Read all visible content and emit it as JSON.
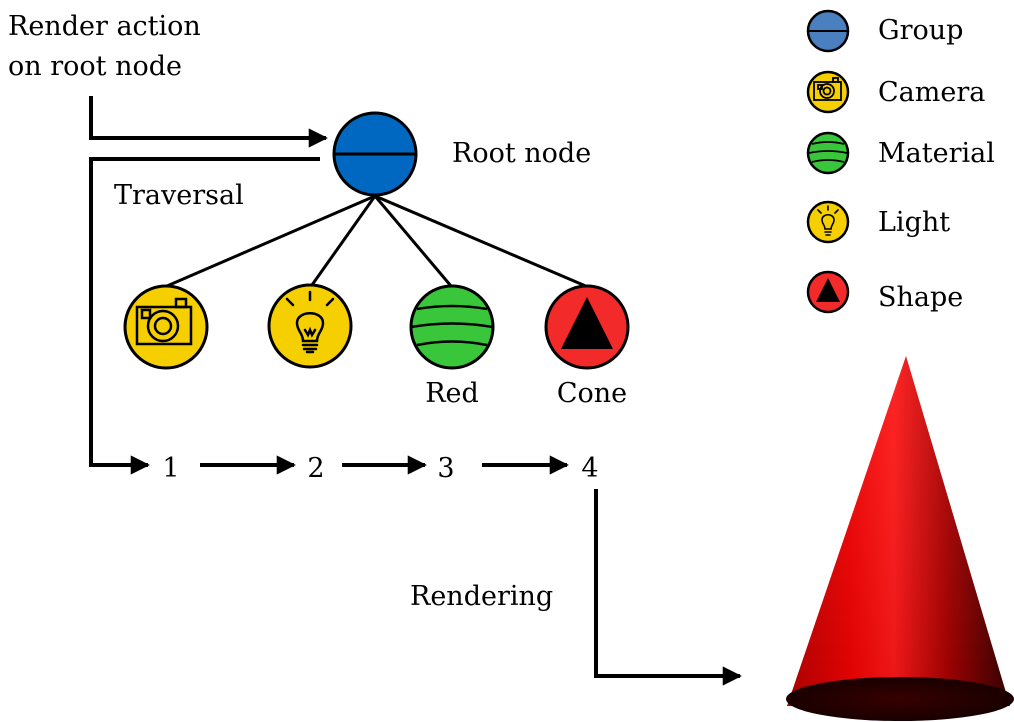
{
  "diagram": {
    "intro_line_1": "Render action",
    "intro_line_2": "on root node",
    "root_label": "Root node",
    "traversal_label": "Traversal",
    "rendering_label": "Rendering",
    "child_labels": {
      "material": "Red",
      "shape": "Cone"
    },
    "steps": [
      "1",
      "2",
      "3",
      "4"
    ]
  },
  "legend": {
    "items": [
      {
        "label": "Group",
        "icon": "group-icon",
        "color": "#4a7fc0"
      },
      {
        "label": "Camera",
        "icon": "camera-icon",
        "color": "#f5cf00"
      },
      {
        "label": "Material",
        "icon": "material-icon",
        "color": "#39c63a"
      },
      {
        "label": "Light",
        "icon": "light-icon",
        "color": "#f5cf00"
      },
      {
        "label": "Shape",
        "icon": "shape-icon",
        "color": "#f22a2a"
      }
    ]
  },
  "colors": {
    "group": "#0068c0",
    "camera": "#f5cf00",
    "light": "#f5cf00",
    "material": "#39c63a",
    "shape": "#f22a2a",
    "cone": "#d60000"
  }
}
